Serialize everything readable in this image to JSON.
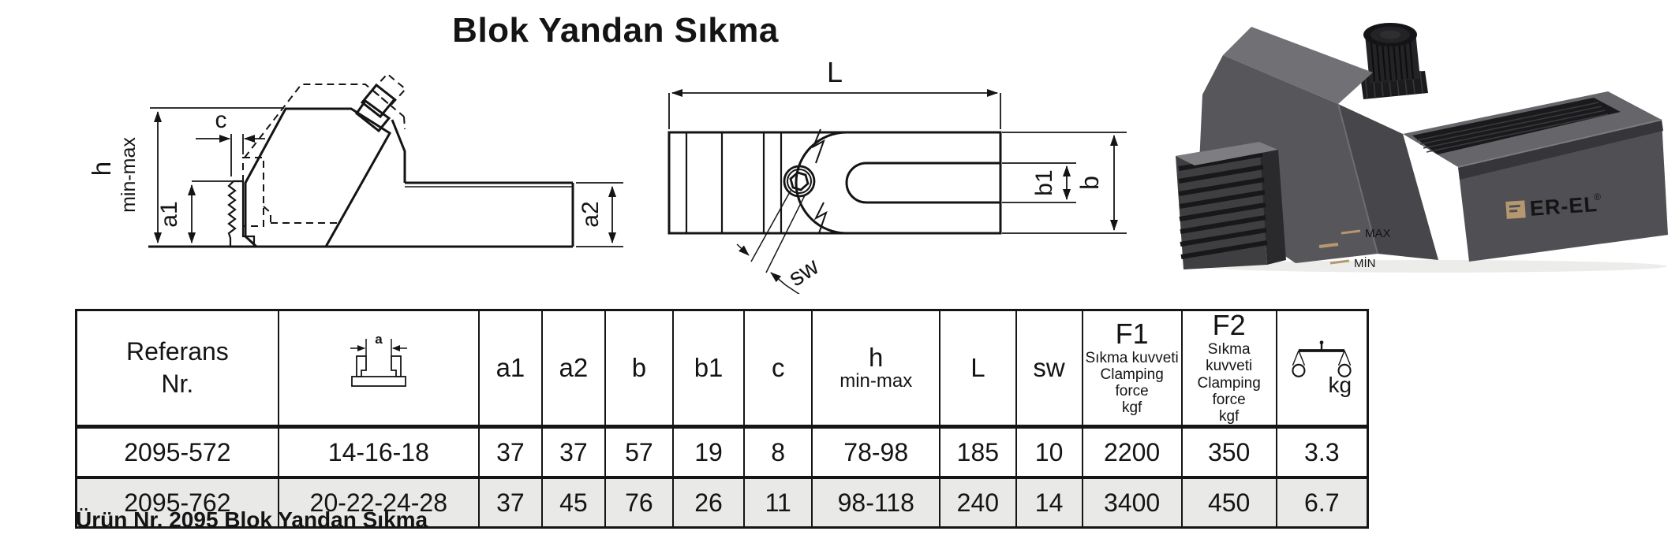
{
  "title": "Blok Yandan Sıkma",
  "footer": "Ürün Nr. 2095 Blok Yandan Sıkma",
  "side_view": {
    "h": "h",
    "h_sub": "min-max",
    "a1": "a1",
    "c": "c",
    "a2": "a2"
  },
  "top_view": {
    "L": "L",
    "b1": "b1",
    "b": "b",
    "sw": "sw"
  },
  "photo": {
    "brand": "ER-EL",
    "reg": "®",
    "max": "MAX",
    "min": "MİN"
  },
  "table": {
    "header": {
      "ref_line1": "Referans",
      "ref_line2": "Nr.",
      "a": "a",
      "a1": "a1",
      "a2": "a2",
      "b": "b",
      "b1": "b1",
      "c": "c",
      "h": "h",
      "h_sub": "min-max",
      "L": "L",
      "sw": "sw",
      "f1": "F1",
      "f2": "F2",
      "force_tr": "Sıkma kuvveti",
      "force_en": "Clamping force",
      "force_unit": "kgf",
      "kg": "kg"
    },
    "rows": [
      [
        "2095-572",
        "14-16-18",
        "37",
        "37",
        "57",
        "19",
        "8",
        "78-98",
        "185",
        "10",
        "2200",
        "350",
        "3.3"
      ],
      [
        "2095-762",
        "20-22-24-28",
        "37",
        "45",
        "76",
        "26",
        "11",
        "98-118",
        "240",
        "14",
        "3400",
        "450",
        "6.7"
      ]
    ]
  },
  "colors": {
    "line": "#151515",
    "row_alt": "#e9e9e8",
    "brand_gold": "#b5986f",
    "metal_dark": "#4f4f53",
    "metal_light": "#717175"
  }
}
